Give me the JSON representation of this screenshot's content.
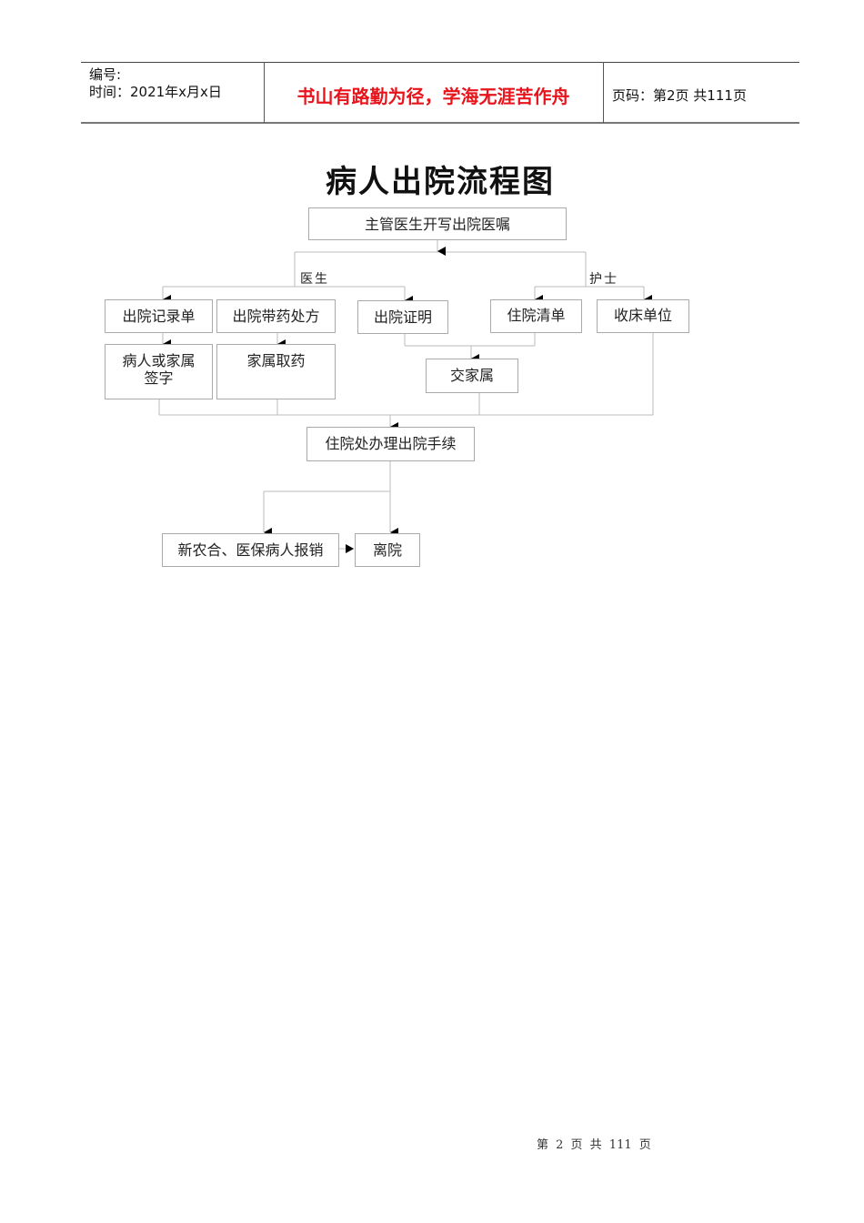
{
  "header": {
    "serial_label": "编号:",
    "time_label": "时间：2021年x月x日",
    "motto": "书山有路勤为径，学海无涯苦作舟",
    "page_info": "页码：第2页  共111页",
    "motto_color": "#e8141c"
  },
  "title": "病人出院流程图",
  "flow": {
    "start": "主管医生开写出院医嘱",
    "branch_doctor_label": "医生",
    "branch_nurse_label": "护士",
    "discharge_record": "出院记录单",
    "discharge_prescription": "出院带药处方",
    "discharge_certificate": "出院证明",
    "inpatient_bill": "住院清单",
    "bed_collection": "收床单位",
    "sign_line1": "病人或家属",
    "sign_line2": "签字",
    "family_pickup": "家属取药",
    "hand_to_family": "交家属",
    "discharge_procedures": "住院处办理出院手续",
    "reimbursement": "新农合、医保病人报销",
    "leave_hospital": "离院"
  },
  "footer": {
    "page_text": "第 2 页 共 111 页"
  }
}
